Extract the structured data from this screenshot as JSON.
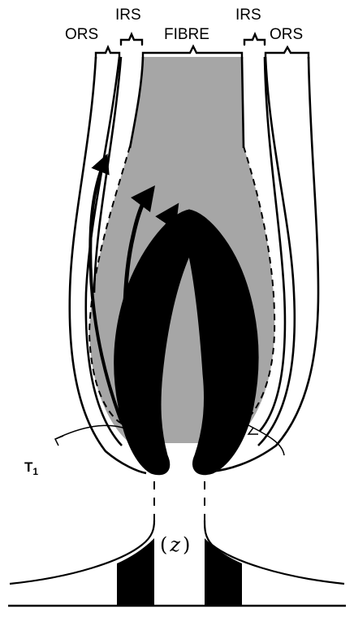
{
  "labels": {
    "ors_left": "ORS",
    "irs_left": "IRS",
    "fibre": "FIBRE",
    "irs_right": "IRS",
    "ors_right": "ORS",
    "t1_main": "T",
    "t1_sub": "1",
    "zone": "z"
  },
  "colors": {
    "fibre_fill": "#a6a6a6",
    "ink": "#000000",
    "background": "#ffffff"
  }
}
